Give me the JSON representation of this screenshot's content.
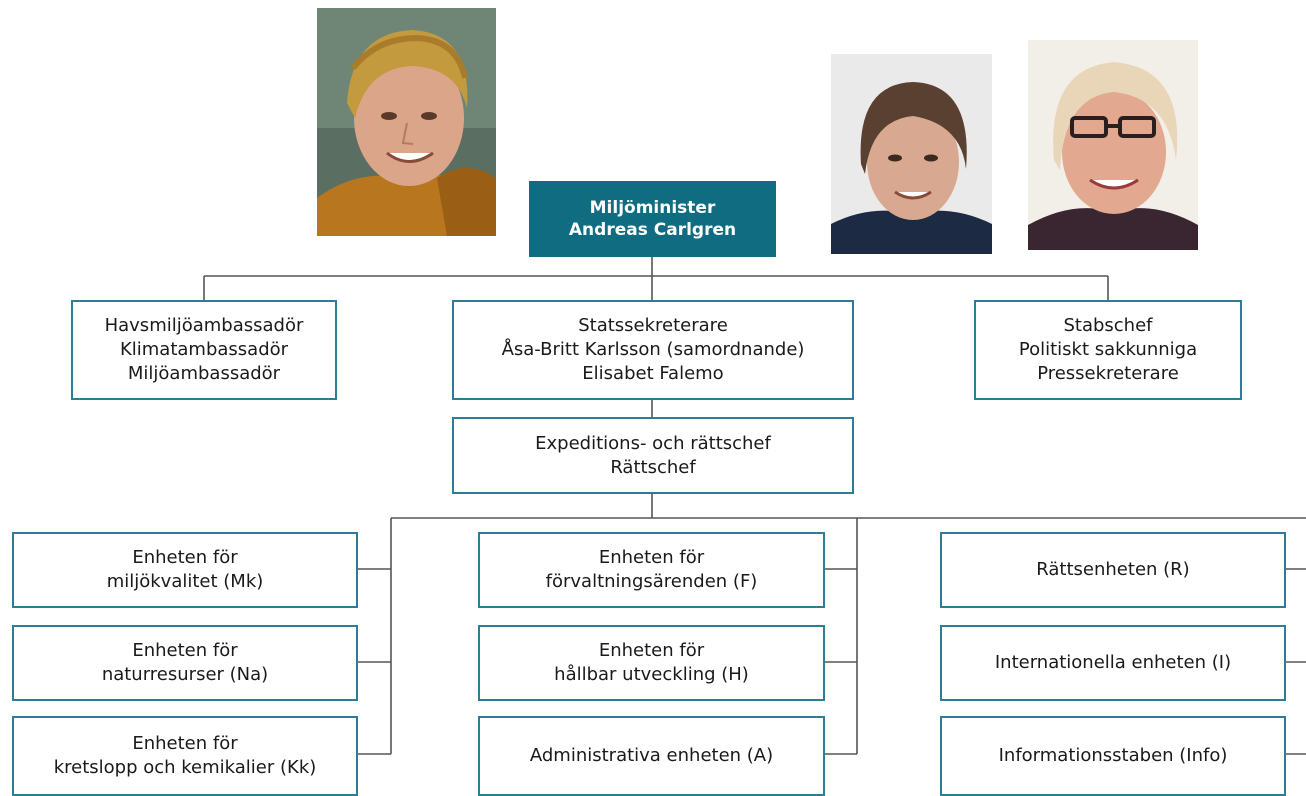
{
  "minister": {
    "line1": "Miljöminister",
    "line2": "Andreas Carlgren"
  },
  "ambassadors": {
    "line1": "Havsmiljöambassadör",
    "line2": "Klimatambassadör",
    "line3": "Miljöambassadör"
  },
  "state_secretary": {
    "line1": "Statssekreterare",
    "line2": "Åsa-Britt Karlsson (samordnande)",
    "line3": "Elisabet Falemo"
  },
  "staff": {
    "line1": "Stabschef",
    "line2": "Politiskt sakkunniga",
    "line3": "Pressekreterare"
  },
  "expedition": {
    "line1": "Expeditions- och rättschef",
    "line2": "Rättschef"
  },
  "units": {
    "mk": {
      "line1": "Enheten för",
      "line2": "miljökvalitet (Mk)"
    },
    "na": {
      "line1": "Enheten för",
      "line2": "naturresurser (Na)"
    },
    "kk": {
      "line1": "Enheten för",
      "line2": "kretslopp och kemikalier (Kk)"
    },
    "f": {
      "line1": "Enheten för",
      "line2": "förvaltningsärenden (F)"
    },
    "h": {
      "line1": "Enheten för",
      "line2": "hållbar utveckling (H)"
    },
    "a": {
      "line1": "Administrativa enheten (A)"
    },
    "r": {
      "line1": "Rättsenheten (R)"
    },
    "i": {
      "line1": "Internationella enheten (I)"
    },
    "info": {
      "line1": "Informationsstaben (Info)"
    }
  },
  "colors": {
    "accent": "#106c80",
    "border": "#2a7e95"
  }
}
